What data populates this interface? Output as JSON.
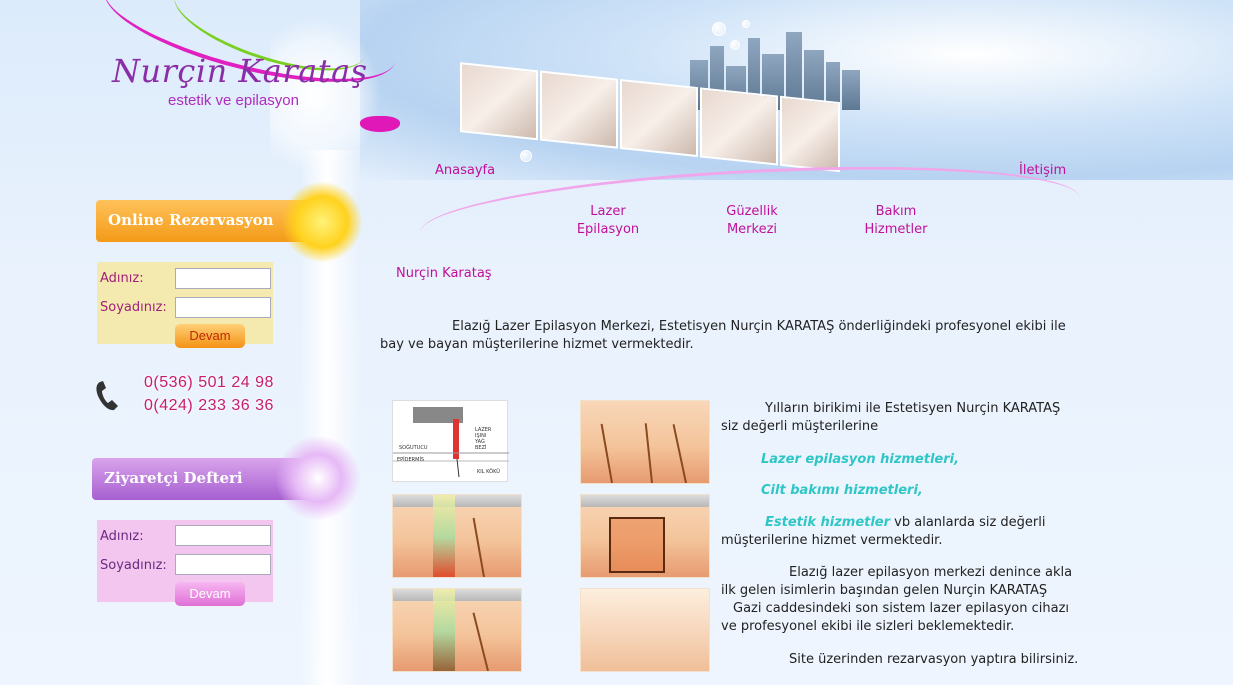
{
  "logo": {
    "title": "Nurçin Karataş",
    "subtitle": "estetik ve epilasyon"
  },
  "nav": {
    "home": "Anasayfa",
    "contact": "İletişim",
    "laser_line1": "Lazer",
    "laser_line2": "Epilasyon",
    "beauty_line1": "Güzellik",
    "beauty_line2": "Merkezi",
    "care_line1": "Bakım",
    "care_line2": "Hizmetler"
  },
  "reservation": {
    "banner": "Online Rezervasyon",
    "name_label": "Adınız:",
    "surname_label": "Soyadınız:",
    "submit": "Devam"
  },
  "contact": {
    "phone1": "0(536) 501 24 98",
    "phone2": "0(424) 233 36 36"
  },
  "guestbook": {
    "banner": "Ziyaretçi Defteri",
    "name_label": "Adınız:",
    "surname_label": "Soyadınız:",
    "submit": "Devam"
  },
  "main": {
    "title": "Nurçin Karataş",
    "intro": "Elazığ Lazer Epilasyon Merkezi, Estetisyen Nurçin KARATAŞ önderliğindeki profesyonel ekibi ile bay ve bayan müşterilerine hizmet vermektedir.",
    "sketch_labels": [
      "LAZER",
      "IŞINI",
      "YAĞ",
      "BEZİ",
      "SOĞUTUCU",
      "EPİDERMİS",
      "KIL KÖKÜ"
    ],
    "p1": "Yılların birikimi ile Estetisyen Nurçin KARATAŞ siz değerli müşterilerine",
    "service1": "Lazer epilasyon hizmetleri,",
    "service2": "Cilt bakımı hizmetleri,",
    "service3": "Estetik hizmetler",
    "p2_rest": " vb alanlarda siz değerli müşterilerine hizmet vermektedir.",
    "p3_line1": "Elazığ lazer epilasyon merkezi denince akla ilk gelen isimlerin başından gelen Nurçin KARATAŞ",
    "p3_line2": "Gazi caddesindeki son sistem lazer epilasyon cihazı ve profesyonel ekibi ile sizleri beklemektedir.",
    "p4": "Site üzerinden rezarvasyon yaptıra bilirsiniz."
  },
  "colors": {
    "nav": "#c0109a",
    "accent_orange": "#f39a18",
    "accent_purple": "#a65fd0",
    "service_cyan": "#2fc6c6",
    "phone": "#c81c6e"
  }
}
